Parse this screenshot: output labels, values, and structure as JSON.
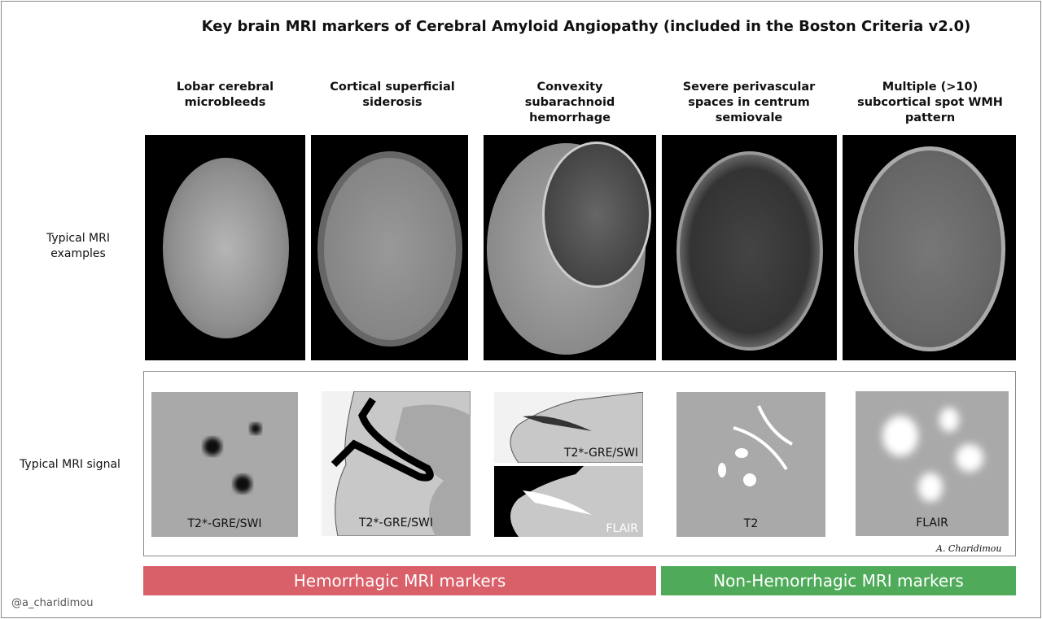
{
  "title": "Key brain MRI markers of Cerebral Amyloid Angiopathy (included in the Boston Criteria v2.0)",
  "columns": [
    {
      "header": "Lobar cerebral microbleeds",
      "signal_labels": [
        "T2*-GRE/SWI"
      ]
    },
    {
      "header": "Cortical superficial siderosis",
      "signal_labels": [
        "T2*-GRE/SWI"
      ]
    },
    {
      "header": "Convexity subarachnoid hemorrhage",
      "signal_labels": [
        "T2*-GRE/SWI",
        "FLAIR"
      ]
    },
    {
      "header": "Severe perivascular spaces in centrum semiovale",
      "signal_labels": [
        "T2"
      ]
    },
    {
      "header": "Multiple (>10) subcortical spot WMH pattern",
      "signal_labels": [
        "FLAIR"
      ]
    }
  ],
  "rows": {
    "examples": "Typical MRI examples",
    "signal": "Typical MRI signal"
  },
  "categories": [
    {
      "label": "Hemorrhagic MRI markers",
      "color": "#d95f69"
    },
    {
      "label": "Non-Hemorrhagic MRI markers",
      "color": "#4fab59"
    }
  ],
  "signature": "A. Charidimou",
  "handle": "@a_charidimou"
}
